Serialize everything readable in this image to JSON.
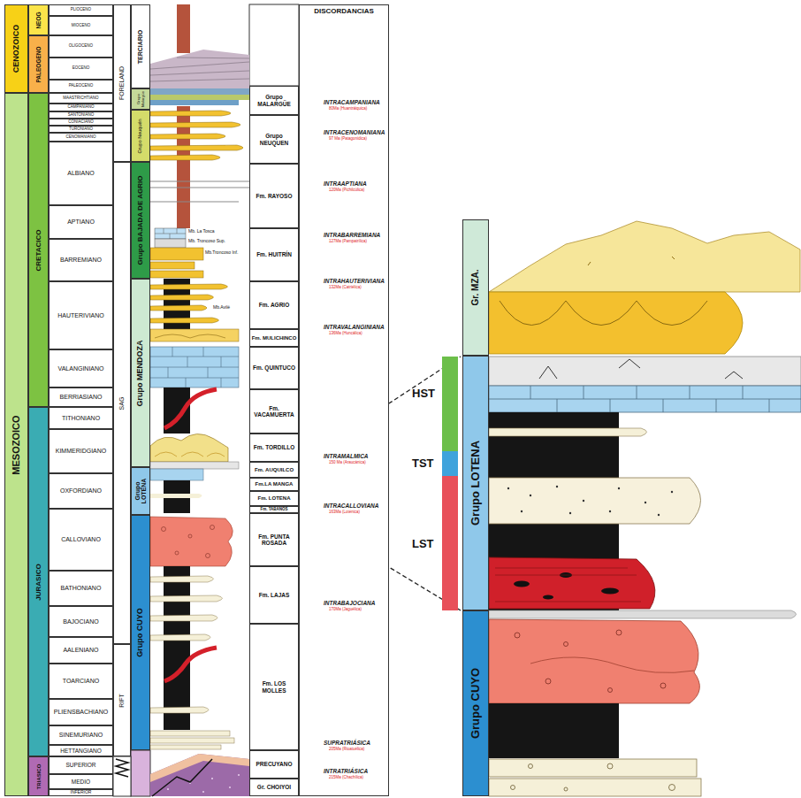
{
  "diagram": {
    "nodes": [
      {
        "text": [
          "CENOZOICO"
        ]
      },
      {
        "text": [
          "MESOZOICO"
        ]
      },
      {
        "text": [
          "NEOG"
        ]
      },
      {
        "text": [
          "PALEOGENO"
        ]
      },
      {
        "text": [
          "CRETACICO"
        ]
      },
      {
        "text": [
          "JURASICO"
        ]
      },
      {
        "text": [
          "TRIASICO"
        ]
      },
      {
        "text": [
          "PLIOCENO"
        ]
      },
      {
        "text": [
          "MIOCENO"
        ]
      },
      {
        "text": [
          "OLIGOCENO"
        ]
      },
      {
        "text": [
          "EOCENO"
        ]
      },
      {
        "text": [
          "PALEOCENO"
        ]
      },
      {
        "text": [
          "MAASTRICHTIANO"
        ]
      },
      {
        "text": [
          "CAMPANIANO"
        ]
      },
      {
        "text": [
          "SANTONIANO"
        ]
      },
      {
        "text": [
          "CONIACIANO"
        ]
      },
      {
        "text": [
          "TURONIANO"
        ]
      },
      {
        "text": [
          "CENOMANIANO"
        ]
      },
      {
        "text": [
          "ALBIANO"
        ]
      },
      {
        "text": [
          "APTIANO"
        ]
      },
      {
        "text": [
          "BARREMIANO"
        ]
      },
      {
        "text": [
          "HAUTERIVIANO"
        ]
      },
      {
        "text": [
          "VALANGINIANO"
        ]
      },
      {
        "text": [
          "BERRIASIANO"
        ]
      },
      {
        "text": [
          "TITHONIANO"
        ]
      },
      {
        "text": [
          "KIMMERIDGIANO"
        ]
      },
      {
        "text": [
          "OXFORDIANO"
        ]
      },
      {
        "text": [
          "CALLOVIANO"
        ]
      },
      {
        "text": [
          "BATHONIANO"
        ]
      },
      {
        "text": [
          "BAJOCIANO"
        ]
      },
      {
        "text": [
          "AALENIANO"
        ]
      },
      {
        "text": [
          "TOARCIANO"
        ]
      },
      {
        "text": [
          "PLIENSBACHIANO"
        ]
      },
      {
        "text": [
          "SINEMURIANO"
        ]
      },
      {
        "text": [
          "HETTANGIANO"
        ]
      },
      {
        "text": [
          "SUPERIOR"
        ]
      },
      {
        "text": [
          "MEDIO"
        ]
      },
      {
        "text": [
          "INFERIOR"
        ]
      },
      {
        "text": [
          "FORELAND"
        ]
      },
      {
        "text": [
          "SAG"
        ]
      },
      {
        "text": [
          "RIFT"
        ]
      },
      {
        "text": [
          "TERCIARIO"
        ]
      },
      {
        "text": [
          "Grupo Malargüe"
        ]
      },
      {
        "text": [
          "Grupo Neuquén"
        ]
      },
      {
        "text": [
          "Grupo BAJADA DE AGRIO"
        ]
      },
      {
        "text": [
          "Grupo MENDOZA"
        ]
      },
      {
        "text": [
          "Grupo LOTENA"
        ]
      },
      {
        "text": [
          "Grupo CUYO"
        ]
      },
      {
        "text": [
          "Grupo MALARGÜE"
        ]
      },
      {
        "text": [
          "Grupo NEUQUEN"
        ]
      },
      {
        "text": [
          "Fm. RAYOSO"
        ]
      },
      {
        "text": [
          "Fm. HUITRÍN"
        ]
      },
      {
        "text": [
          "Fm. AGRIO"
        ]
      },
      {
        "text": [
          "Fm. MULICHINCO"
        ]
      },
      {
        "text": [
          "Fm. QUINTUCO"
        ]
      },
      {
        "text": [
          "Fm. VACAMUERTA"
        ]
      },
      {
        "text": [
          "Fm. TORDILLO"
        ]
      },
      {
        "text": [
          "Fm. AUQUILCO"
        ]
      },
      {
        "text": [
          "Fm.LA MANGA"
        ]
      },
      {
        "text": [
          "Fm. LOTENA"
        ]
      },
      {
        "text": [
          "Fm. TABANOS"
        ]
      },
      {
        "text": [
          "Fm. PUNTA ROSADA"
        ]
      },
      {
        "text": [
          "Fm. LAJAS"
        ]
      },
      {
        "text": [
          "Fm. LOS MOLLES"
        ]
      },
      {
        "text": [
          "PRECUYANO"
        ]
      },
      {
        "text": [
          "Gr. CHOIYOI"
        ]
      },
      {
        "text": [
          "DISCORDANCIAS"
        ]
      },
      {
        "text": [
          "Gr. MZA."
        ]
      },
      {
        "text": [
          "Grupo LOTENA"
        ]
      },
      {
        "text": [
          "Grupo CUYO"
        ]
      }
    ],
    "labels": [
      "Mb. La Tosca",
      "Mb. Troncoso Sup.",
      "Mb.Troncoso Inf.",
      "Mb.Avilé",
      "INTRACAMPANIANA",
      "80Ma (Huantráiquica)",
      "INTRACENOMANIANA",
      "97 Ma (Patagonídica)",
      "INTRAAPTIANA",
      "120Ma (Pichilcúlica)",
      "INTRABARREMIANA",
      "127Ma (Pampatrílica)",
      "INTRAHAUTERIVIANA",
      "132Ma (Catriélica)",
      "INTRAVALANGINIANA",
      "136Ma (Huncálica)",
      "INTRAMALMICA",
      "150 Ma (Araucánica)",
      "INTRACALLOVIANA",
      "163Ma (Loténica)",
      "INTRABAJOCIANA",
      "170Ma (Jaguélica)",
      "SUPRATRIÁSICA",
      "205Ma (Rioatuélica)",
      "INTRATRIÁSICA",
      "215Ma (Chachílica)",
      "HST",
      "TST",
      "LST"
    ]
  }
}
